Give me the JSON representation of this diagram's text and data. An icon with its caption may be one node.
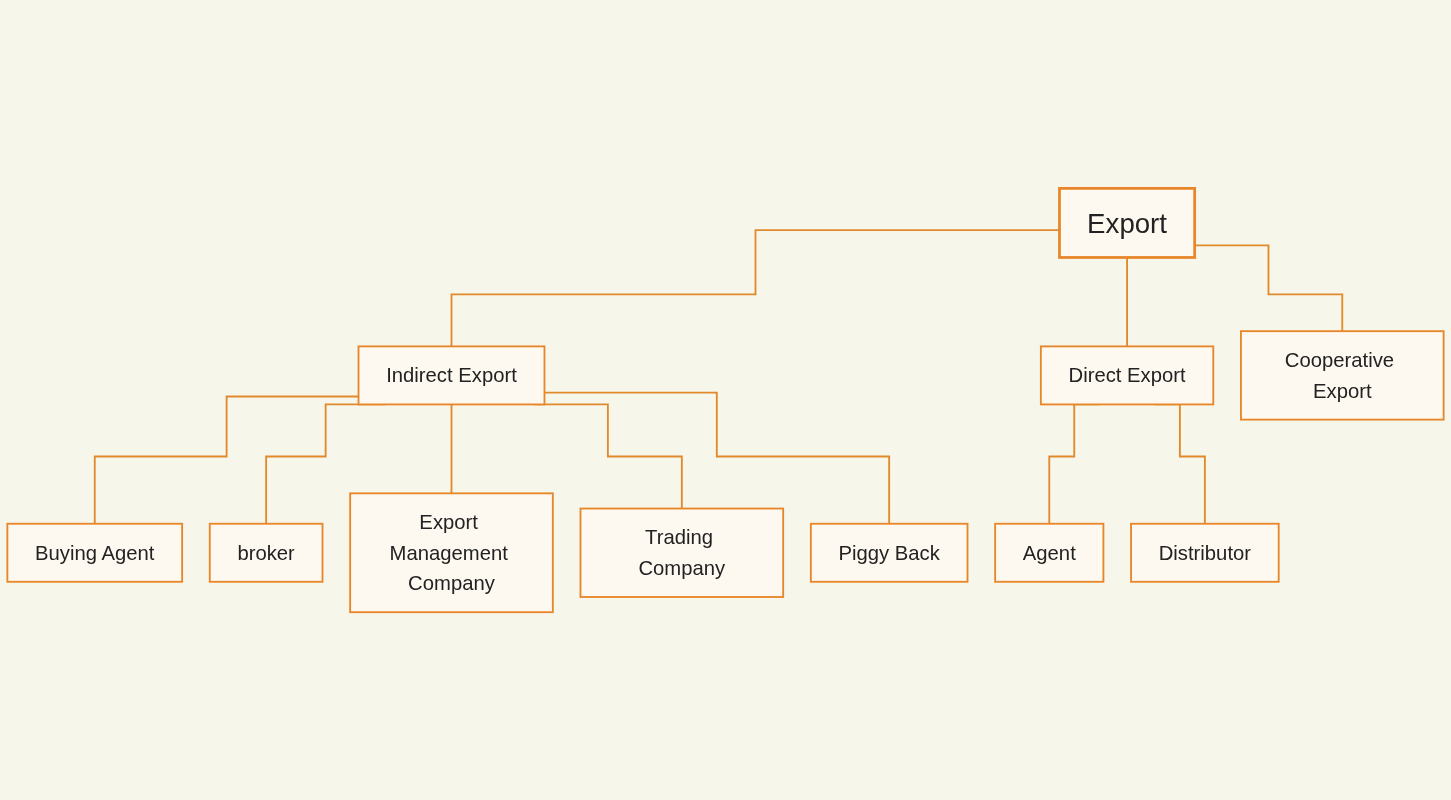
{
  "diagram": {
    "nodes": [
      {
        "text": [
          "Export"
        ]
      },
      {
        "text": [
          "Indirect Export"
        ]
      },
      {
        "text": [
          "Direct Export"
        ]
      },
      {
        "text": [
          "Cooperative Export"
        ]
      },
      {
        "text": [
          "Buying Agent"
        ]
      },
      {
        "text": [
          "broker"
        ]
      },
      {
        "text": [
          "Export Management Company"
        ]
      },
      {
        "text": [
          "Trading Company"
        ]
      },
      {
        "text": [
          "Piggy Back"
        ]
      },
      {
        "text": [
          "Agent"
        ]
      },
      {
        "text": [
          "Distributor"
        ]
      }
    ],
    "edges": [
      {
        "from": 0,
        "to": 1,
        "arrow": "none"
      },
      {
        "from": 0,
        "to": 2,
        "arrow": "none"
      },
      {
        "from": 0,
        "to": 3,
        "arrow": "none"
      },
      {
        "from": 1,
        "to": 4,
        "arrow": "none"
      },
      {
        "from": 1,
        "to": 5,
        "arrow": "none"
      },
      {
        "from": 1,
        "to": 6,
        "arrow": "none"
      },
      {
        "from": 1,
        "to": 7,
        "arrow": "none"
      },
      {
        "from": 1,
        "to": 8,
        "arrow": "none"
      },
      {
        "from": 2,
        "to": 9,
        "arrow": "none"
      },
      {
        "from": 2,
        "to": 10,
        "arrow": "none"
      }
    ]
  }
}
